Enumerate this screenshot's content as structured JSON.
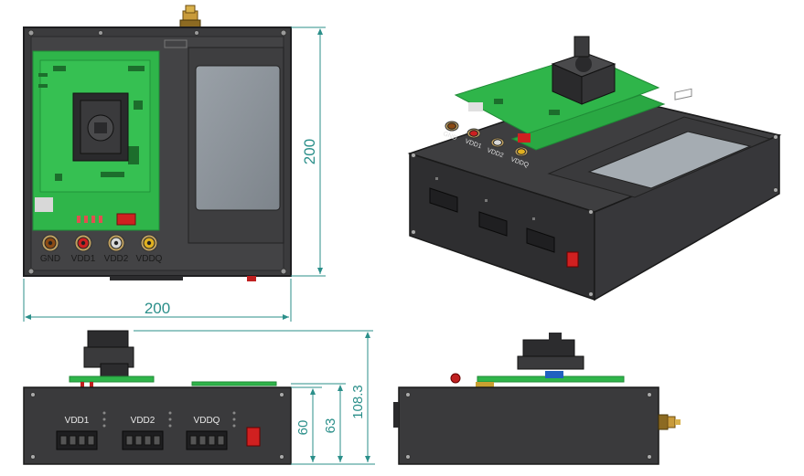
{
  "views": {
    "top": {
      "connectors": [
        {
          "label": "GND",
          "color": "#8a4a14"
        },
        {
          "label": "VDD1",
          "color": "#cc2020"
        },
        {
          "label": "VDD2",
          "color": "#d8d8d8"
        },
        {
          "label": "VDDQ",
          "color": "#e0b020"
        }
      ],
      "dim_width": "200",
      "dim_height": "200"
    },
    "front": {
      "block_labels": [
        "VDD1",
        "VDD2",
        "VDDQ"
      ],
      "dim_60": "60",
      "dim_63": "63",
      "dim_total": "108.3"
    },
    "iso": {
      "connector_labels": [
        "GND",
        "VDD1",
        "VDD2",
        "VDDQ"
      ]
    }
  },
  "colors": {
    "body": "#3c3c3e",
    "body_edge": "#2a2a2c",
    "pcb": "#2fb54a",
    "pcb_dark": "#1f8a36",
    "screen": "#8e959c",
    "dimension": "#2b8f8a",
    "switch": "#d02020"
  }
}
